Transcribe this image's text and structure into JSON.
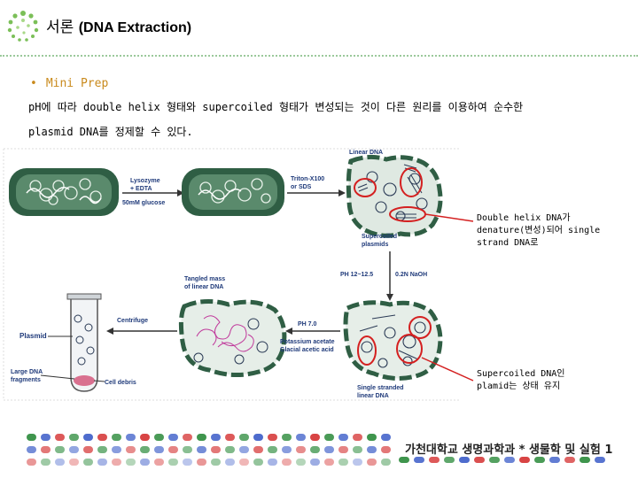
{
  "header": {
    "title_korean": "서론",
    "title_english": "(DNA Extraction)",
    "logo_icon": "green-dot-ring-icon"
  },
  "bullet": {
    "text": "Mini Prep",
    "color": "#c98a1c"
  },
  "body": {
    "line1": "pH에 따라 double helix 형태와 supercoiled 형태가 변성되는 것이 다른 원리를 이용하여 순수한",
    "line2": "plasmid DNA를 정제할 수 있다."
  },
  "figure": {
    "labels": {
      "linear_dna": "Linear DNA",
      "lysozyme": "Lysozyme",
      "edta": "+ EDTA",
      "glucose": "50mM glucose",
      "triton": "Triton-X100",
      "sds": "or SDS",
      "supercoiled1": "Supercoiled",
      "supercoiled2": "plasmids",
      "ph_high": "PH 12~12.5",
      "naoh": "0.2N NaOH",
      "tangled1": "Tangled mass",
      "tangled2": "of linear DNA",
      "centrifuge": "Centrifuge",
      "ph7": "PH 7.0",
      "potassium": "Potassium acetate",
      "glacial": "Glacial acetic acid",
      "plasmid": "Plasmid",
      "large_dna1": "Large DNA",
      "large_dna2": "fragments",
      "cell_debris": "Cell debris",
      "single_stranded1": "Single stranded",
      "single_stranded2": "linear DNA"
    },
    "callouts": {
      "top_line1": "Double helix DNA가",
      "top_line2": "denature(변성)되어 single",
      "top_line3": "strand DNA로",
      "bottom_line1": "Supercoiled DNA인",
      "bottom_line2": "plamid는 상태 유지"
    },
    "highlight_color": "#d42020"
  },
  "footer": {
    "text": "가천대학교 생명과학과 * 생물학 및 실험 1",
    "bar_colors": [
      "#2a8a3a",
      "#3b5cc8",
      "#d43030"
    ]
  }
}
